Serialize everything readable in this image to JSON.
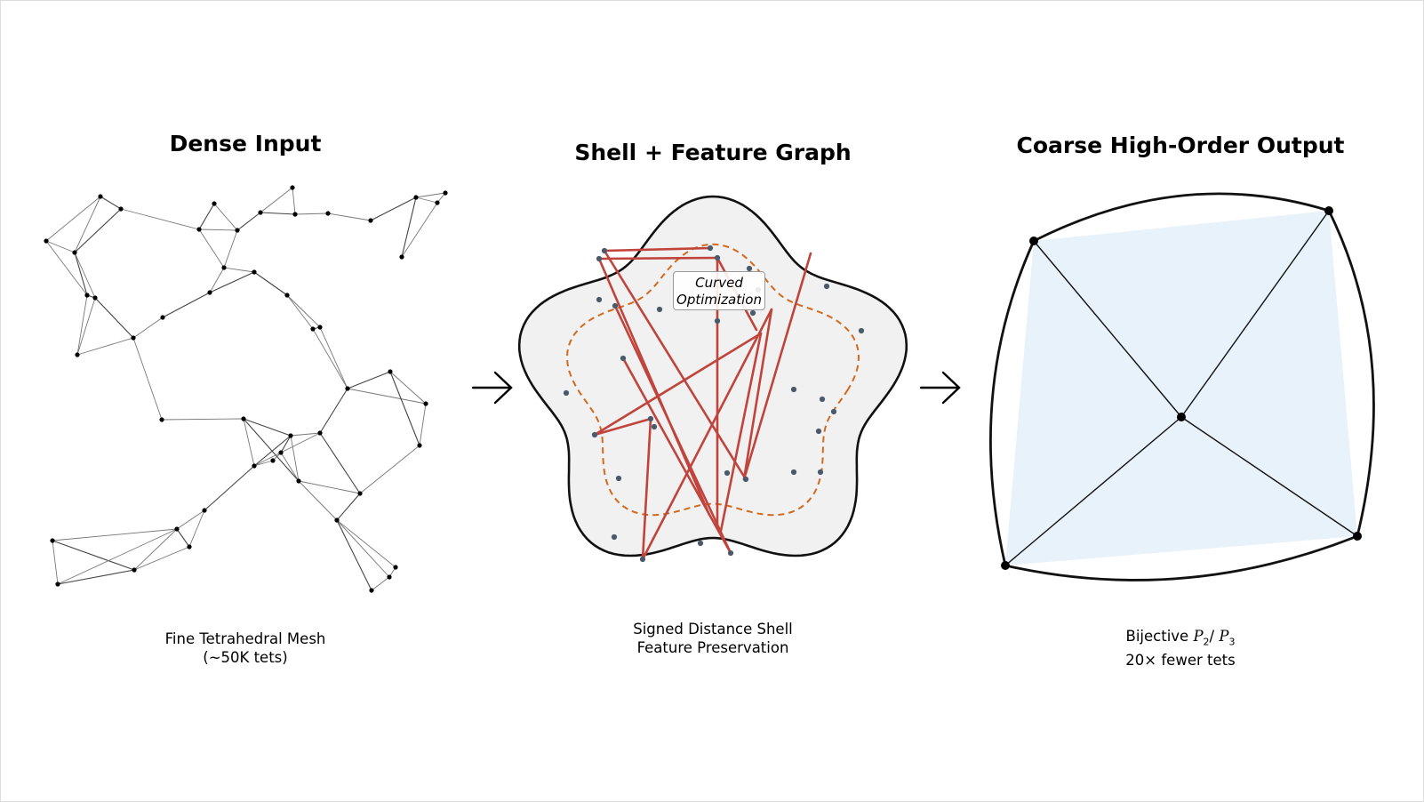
{
  "panels": {
    "left": {
      "title": "Dense Input",
      "caption_line1": "Fine Tetrahedral Mesh",
      "caption_line2": "(~50K tets)"
    },
    "middle": {
      "title": "Shell + Feature Graph",
      "box_line1": "Curved",
      "box_line2": "Optimization",
      "caption_line1": "Signed Distance Shell",
      "caption_line2": "Feature Preservation"
    },
    "right": {
      "title": "Coarse High-Order Output",
      "caption_prefix": "Bijective ",
      "caption_p2": "P",
      "caption_sub2": "2",
      "caption_sep": "/ ",
      "caption_p3": "P",
      "caption_sub3": "3",
      "caption_line2": "20× fewer tets"
    }
  },
  "colors": {
    "mesh": "#000000",
    "shell_fill": "#f1f1f1",
    "dashed": "#d2691e",
    "feature": "#c0443c",
    "points": "#4a5a6a",
    "tet_fill": "#e8f2fa"
  },
  "icons": {
    "arrow1": "arrow-right-icon",
    "arrow2": "arrow-right-icon"
  }
}
